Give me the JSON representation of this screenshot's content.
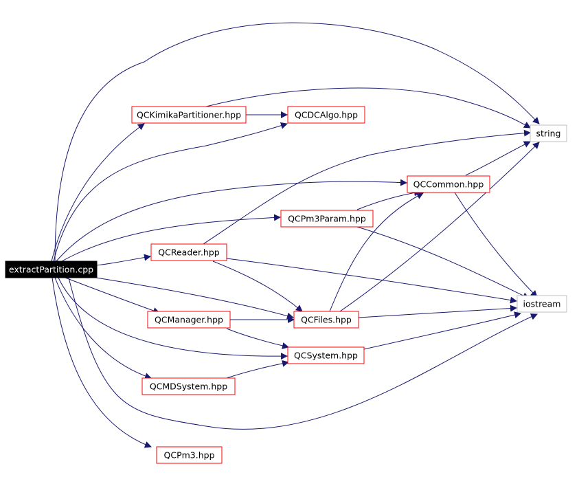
{
  "colors": {
    "edge": "#191970",
    "node_border_red": "#ff0000",
    "node_border_gray": "#bfbfbf",
    "root_fill": "#000000",
    "root_text": "#ffffff",
    "node_text": "#000000"
  },
  "nodes": {
    "root": {
      "label": "extractPartition.cpp"
    },
    "kimika": {
      "label": "QCKimikaPartitioner.hpp"
    },
    "dcalgo": {
      "label": "QCDCAlgo.hpp"
    },
    "string": {
      "label": "string"
    },
    "common": {
      "label": "QCCommon.hpp"
    },
    "pm3param": {
      "label": "QCPm3Param.hpp"
    },
    "reader": {
      "label": "QCReader.hpp"
    },
    "iostream": {
      "label": "iostream"
    },
    "manager": {
      "label": "QCManager.hpp"
    },
    "files": {
      "label": "QCFiles.hpp"
    },
    "system": {
      "label": "QCSystem.hpp"
    },
    "mdsystem": {
      "label": "QCMDSystem.hpp"
    },
    "pm3": {
      "label": "QCPm3.hpp"
    }
  }
}
